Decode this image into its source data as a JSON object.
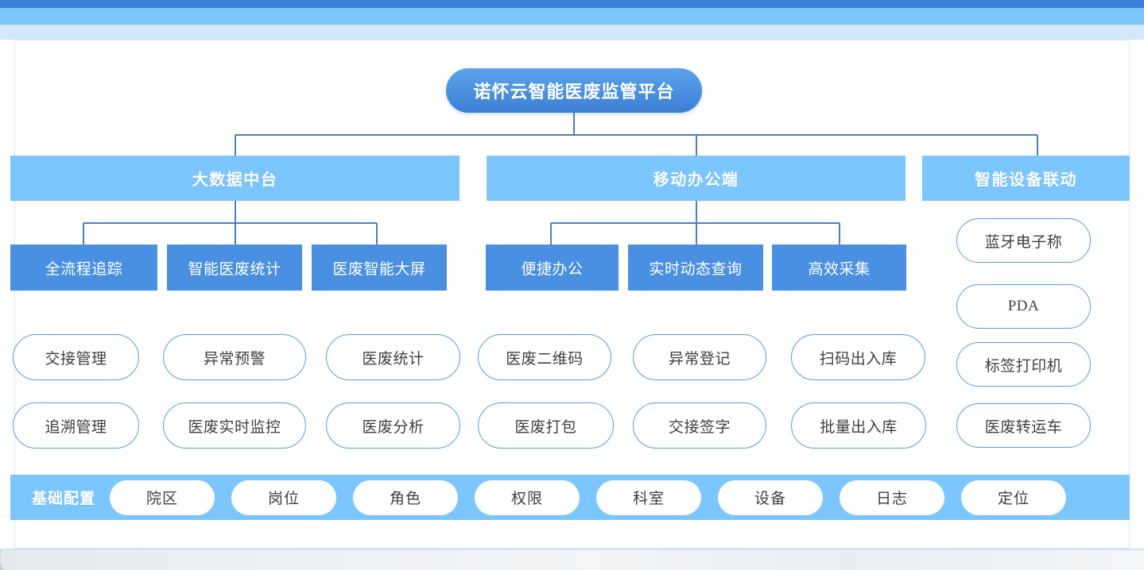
{
  "diagram": {
    "root": {
      "label": "诺怀云智能医废监管平台"
    },
    "sections": [
      {
        "key": "big-data-platform",
        "label": "大数据中台"
      },
      {
        "key": "mobile-office",
        "label": "移动办公端"
      },
      {
        "key": "smart-device-link",
        "label": "智能设备联动"
      }
    ],
    "level3": [
      {
        "key": "full-process-tracking",
        "label": "全流程追踪"
      },
      {
        "key": "smart-medical-waste-stat",
        "label": "智能医废统计"
      },
      {
        "key": "medical-waste-bigscreen",
        "label": "医废智能大屏"
      },
      {
        "key": "convenient-office",
        "label": "便捷办公"
      },
      {
        "key": "realtime-dynamic-query",
        "label": "实时动态查询"
      },
      {
        "key": "efficient-collection",
        "label": "高效采集"
      }
    ],
    "level4_row_a": [
      {
        "key": "handover-management",
        "label": "交接管理"
      },
      {
        "key": "abnormal-alert",
        "label": "异常预警"
      },
      {
        "key": "medical-waste-stat",
        "label": "医废统计"
      },
      {
        "key": "medical-waste-qrcode",
        "label": "医废二维码"
      },
      {
        "key": "abnormal-registration",
        "label": "异常登记"
      },
      {
        "key": "scan-in-out-storage",
        "label": "扫码出入库"
      }
    ],
    "level4_row_b": [
      {
        "key": "traceability-management",
        "label": "追溯管理"
      },
      {
        "key": "medical-waste-realtime-watch",
        "label": "医废实时监控"
      },
      {
        "key": "medical-waste-analysis",
        "label": "医废分析"
      },
      {
        "key": "medical-waste-packing",
        "label": "医废打包"
      },
      {
        "key": "handover-signature",
        "label": "交接签字"
      },
      {
        "key": "batch-in-out-storage",
        "label": "批量出入库"
      }
    ],
    "devices": [
      {
        "key": "bluetooth-scale",
        "label": "蓝牙电子称"
      },
      {
        "key": "pda",
        "label": "PDA"
      },
      {
        "key": "label-printer",
        "label": "标签打印机"
      },
      {
        "key": "medical-waste-trolley",
        "label": "医废转运车"
      }
    ],
    "footer": {
      "label": "基础配置",
      "items": [
        {
          "key": "hospital-district",
          "label": "院区"
        },
        {
          "key": "post",
          "label": "岗位"
        },
        {
          "key": "role",
          "label": "角色"
        },
        {
          "key": "permission",
          "label": "权限"
        },
        {
          "key": "department",
          "label": "科室"
        },
        {
          "key": "device",
          "label": "设备"
        },
        {
          "key": "log",
          "label": "日志"
        },
        {
          "key": "location",
          "label": "定位"
        }
      ]
    }
  },
  "theme": {
    "root_gradient_top": "#5BA4EB",
    "root_gradient_bottom": "#3C7FD4",
    "section_header_bg": "#7CC6FF",
    "level3_bg": "#4A90E2",
    "pill_border": "#5B9BE0",
    "connector_line": "#4A7FC4",
    "card_border": "#D7E6F5",
    "band_dark": "#3B80D8",
    "band_light": "#D3E9FB",
    "text_dark": "#3F3F3F",
    "text_light": "#FFFFFF"
  }
}
